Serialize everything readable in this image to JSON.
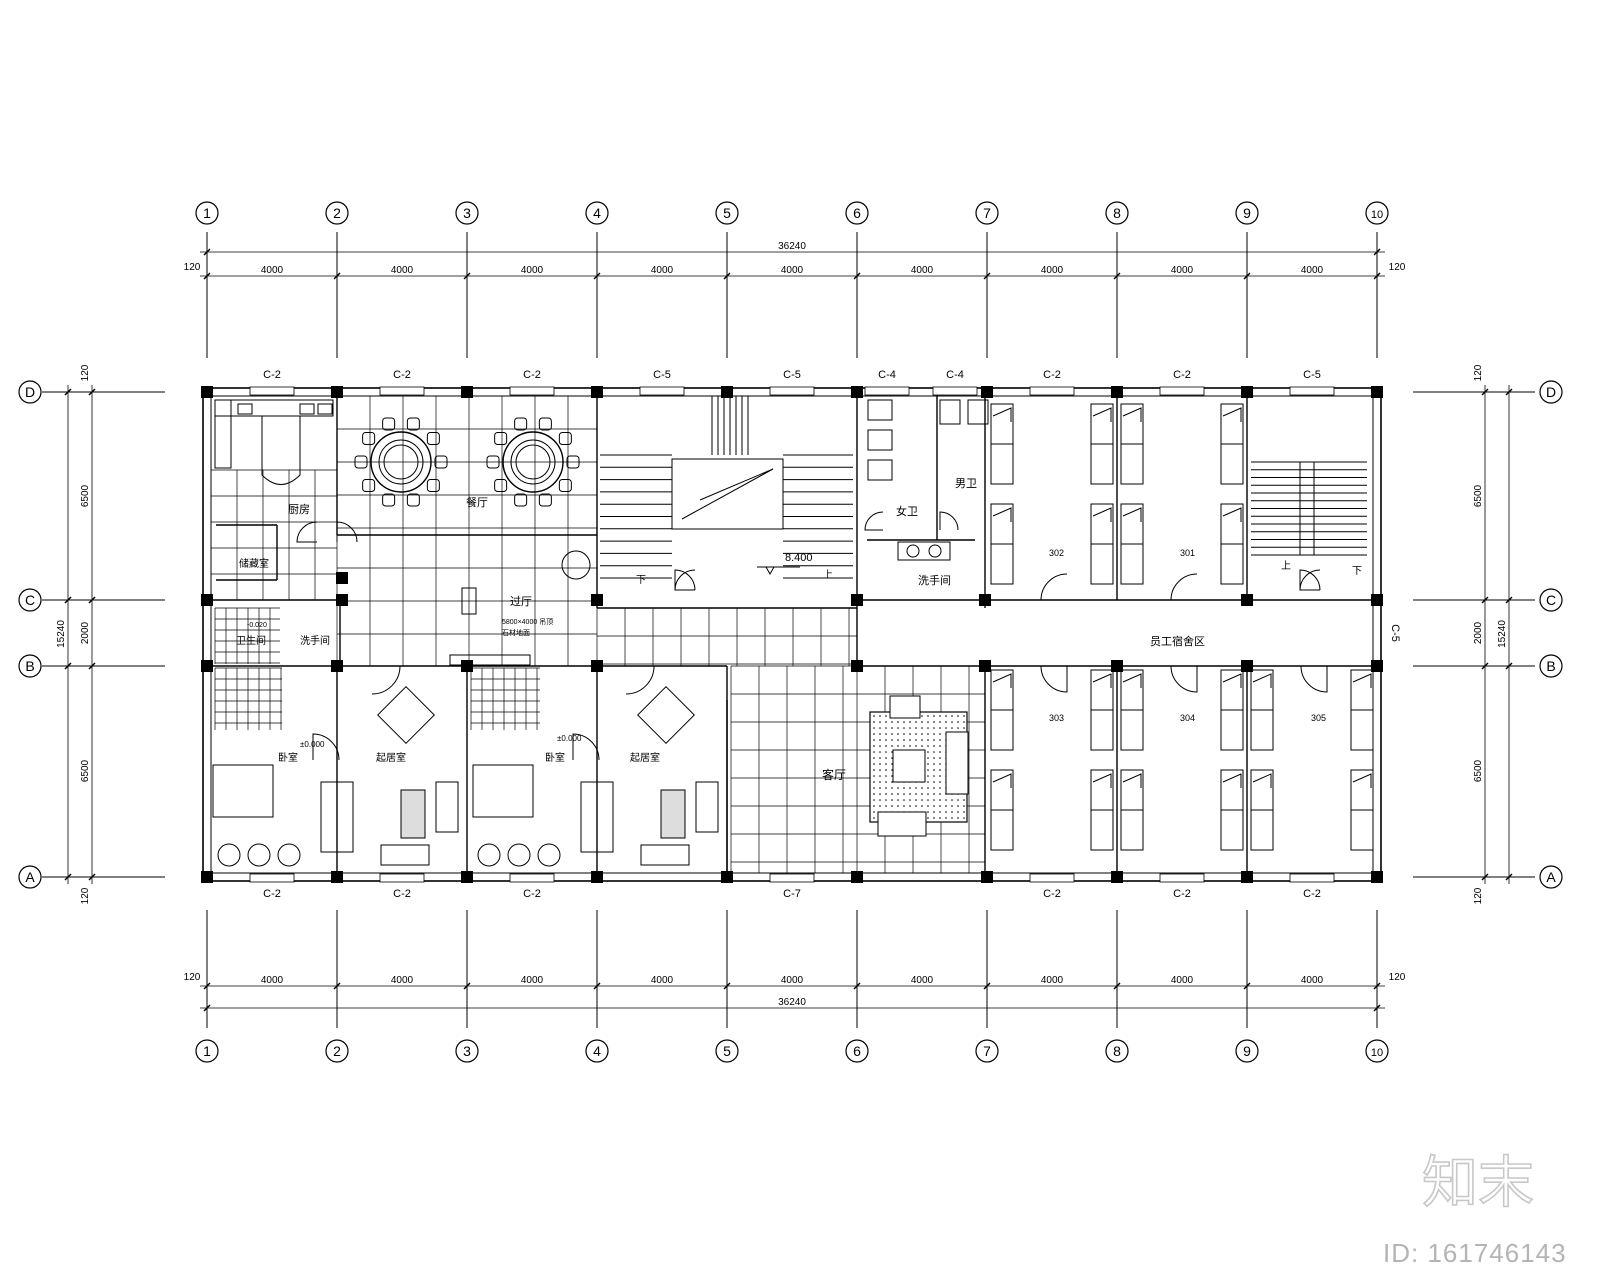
{
  "axes_columns": [
    "1",
    "2",
    "3",
    "4",
    "5",
    "6",
    "7",
    "8",
    "9",
    "10"
  ],
  "axes_rows": [
    "D",
    "C",
    "B",
    "A"
  ],
  "dims": {
    "total": "36240",
    "span": "4000",
    "edge": "120",
    "vertical_total": "15240",
    "vertical_spans": [
      "6500",
      "2000",
      "6500"
    ]
  },
  "windows_top": [
    "C-2",
    "C-2",
    "C-2",
    "C-5",
    "C-5",
    "C-4",
    "C-4",
    "C-2",
    "C-2",
    "C-5"
  ],
  "windows_bottom": [
    "C-2",
    "C-2",
    "C-2",
    "C-7",
    "C-2",
    "C-2",
    "C-2"
  ],
  "window_right": "C-5",
  "rooms": {
    "kitchen": "厨房",
    "dining": "餐厅",
    "pantry": "储藏室",
    "bath": "卫生间",
    "wash": "洗手间",
    "lounge": "过厅",
    "lounge_note1": "5800×4000 吊顶",
    "lounge_note2": "石材地面",
    "elevation": "8.400",
    "stair_up": "上",
    "stair_down": "下",
    "womens_wc": "女卫",
    "mens_wc": "男卫",
    "wash_basins": "洗手间",
    "room_302": "302",
    "room_301": "301",
    "room_303": "303",
    "room_304": "304",
    "room_305": "305",
    "corridor": "员工宿舍区",
    "hall": "客厅",
    "bedroom": "卧室",
    "office_1": "起居室",
    "office_2": "起居室",
    "bedroom_2": "卧室",
    "level_1": "±0.000",
    "level_2": "±0.000",
    "level_low": "-0.020"
  },
  "watermark": {
    "logo": "知末",
    "id": "ID: 161746143"
  }
}
